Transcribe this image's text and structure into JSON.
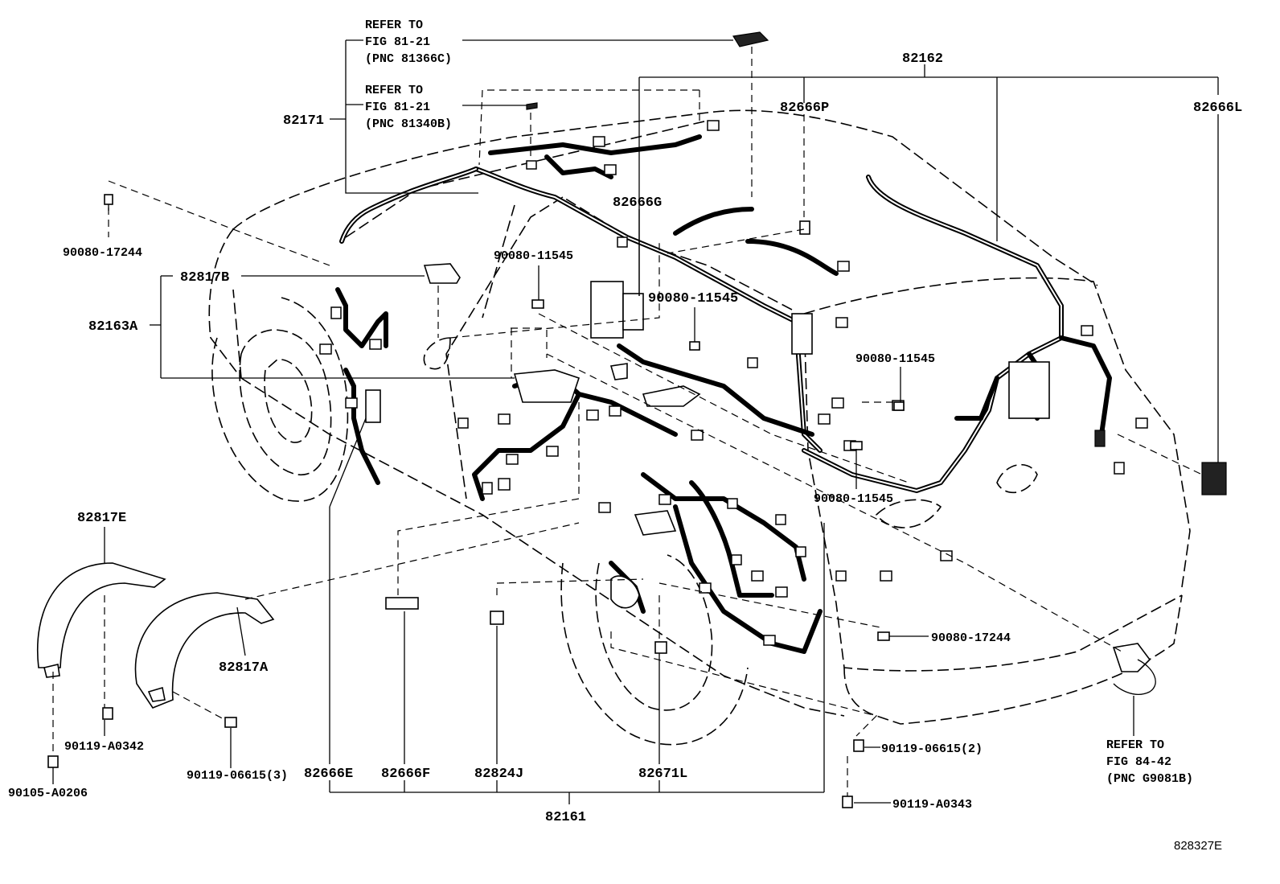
{
  "diagram_id": "828327E",
  "references": {
    "ref1": [
      "REFER TO",
      "FIG 81-21",
      "(PNC 81366C)"
    ],
    "ref2": [
      "REFER TO",
      "FIG 81-21",
      "(PNC 81340B)"
    ],
    "ref3": [
      "REFER TO",
      "FIG 84-42",
      "(PNC G9081B)"
    ]
  },
  "parts": {
    "p82162": "82162",
    "p82666P": "82666P",
    "p82666L": "82666L",
    "p82171": "82171",
    "p82666G": "82666G",
    "p90080_17244_a": "90080-17244",
    "p90080_11545_a": "90080-11545",
    "p82817B": "82817B",
    "p82163A": "82163A",
    "p90080_11545_b": "90080-11545",
    "p90080_11545_c": "90080-11545",
    "p90080_11545_d": "90080-11545",
    "p82817E": "82817E",
    "p82817A": "82817A",
    "p90080_17244_b": "90080-17244",
    "p90119_A0342": "90119-A0342",
    "p90105_A0206": "90105-A0206",
    "p90119_06615_3": "90119-06615(3)",
    "p82666E": "82666E",
    "p82666F": "82666F",
    "p82824J": "82824J",
    "p82671L": "82671L",
    "p82161": "82161",
    "p90119_06615_2": "90119-06615(2)",
    "p90119_A0343": "90119-A0343"
  }
}
